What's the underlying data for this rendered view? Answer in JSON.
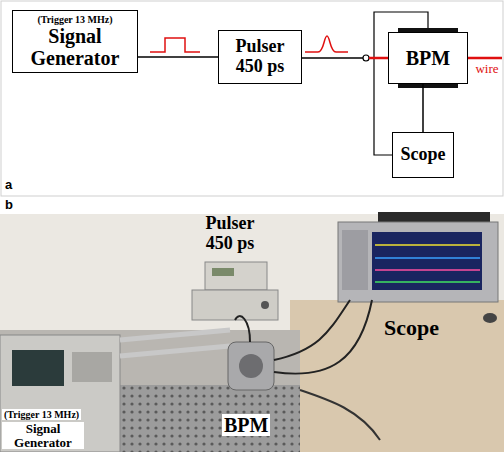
{
  "diagram": {
    "nodes": [
      {
        "text": [
          "(Trigger 13 MHz)",
          "Signal Generator"
        ]
      },
      {
        "text": [
          "Pulser 450 ps"
        ]
      },
      {
        "text": [
          "BPM"
        ]
      },
      {
        "text": [
          "Scope"
        ]
      }
    ],
    "edges": [
      {
        "from": 0,
        "to": 1,
        "arrow": "none"
      },
      {
        "from": 1,
        "to": 2,
        "arrow": "none"
      },
      {
        "from": 2,
        "to": 3,
        "arrow": "none"
      }
    ],
    "labels": [
      "wire",
      "a",
      "b",
      "Pulser 450 ps",
      "Scope",
      "BPM",
      "(Trigger 13 MHz)",
      "Signal Generator"
    ]
  }
}
